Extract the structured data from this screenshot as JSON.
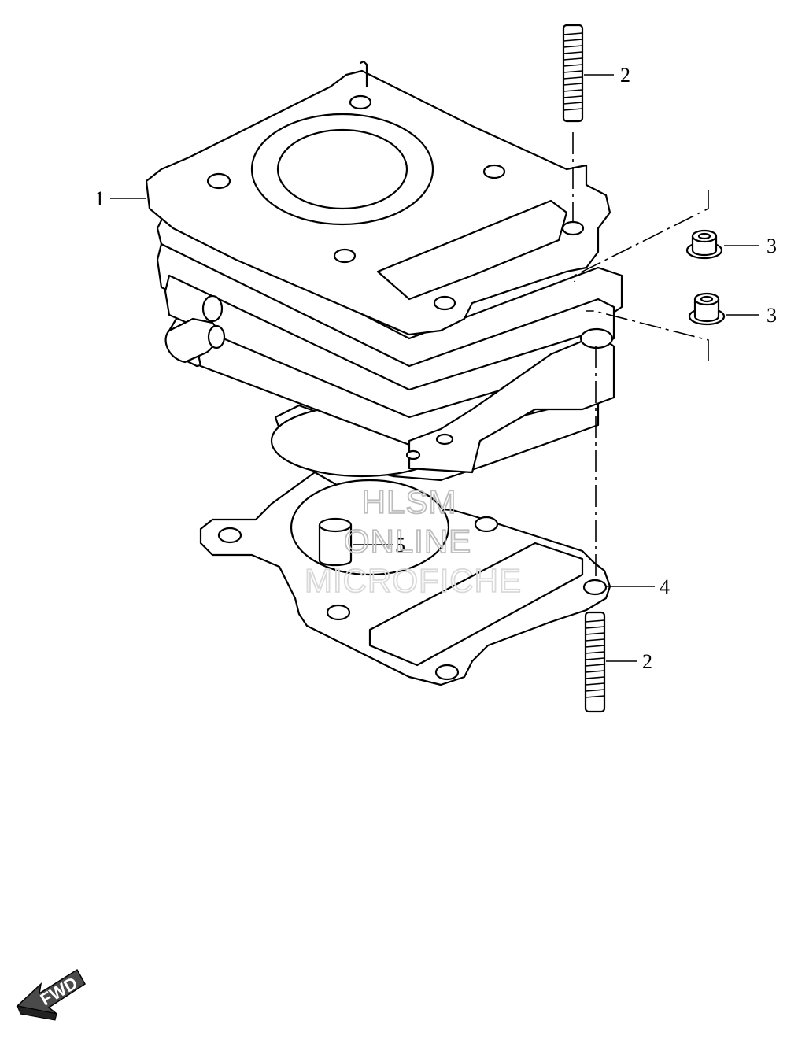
{
  "callouts": {
    "c1": "1",
    "c2_top": "2",
    "c3_upper": "3",
    "c3_lower": "3",
    "c4": "4",
    "c5": "5",
    "c2_bottom": "2"
  },
  "watermark": {
    "line1": "HLSM",
    "line2": "ONLINE",
    "line3": "MICROFICHE"
  },
  "fwd_label": "FWD"
}
